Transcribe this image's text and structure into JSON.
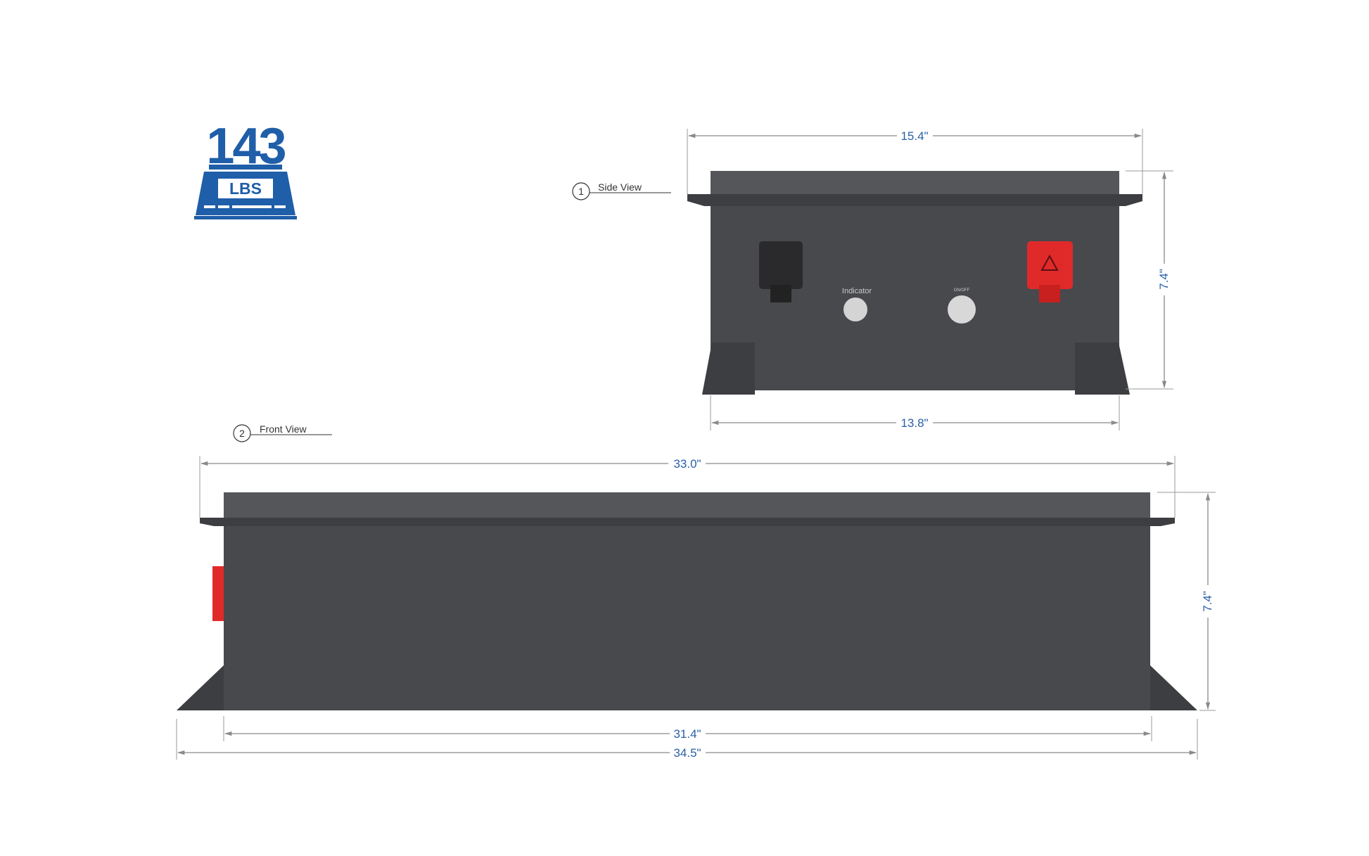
{
  "weight": {
    "value": "143",
    "unit": "LBS",
    "color": "#1f5ea8"
  },
  "side_view": {
    "number": "1",
    "label": "Side View",
    "width_top": "15.4\"",
    "width_bottom": "13.8\"",
    "height": "7.4\"",
    "indicator_label": "Indicator",
    "switch_label": "ON/OFF"
  },
  "front_view": {
    "number": "2",
    "label": "Front View",
    "width_top": "33.0\"",
    "width_inner": "31.4\"",
    "width_overall": "34.5\"",
    "height": "7.4\""
  },
  "colors": {
    "housing": "#48494d",
    "positive_terminal": "#e02a2a",
    "negative_terminal": "#2a2a2c",
    "dimension_text": "#2a5fa8"
  }
}
